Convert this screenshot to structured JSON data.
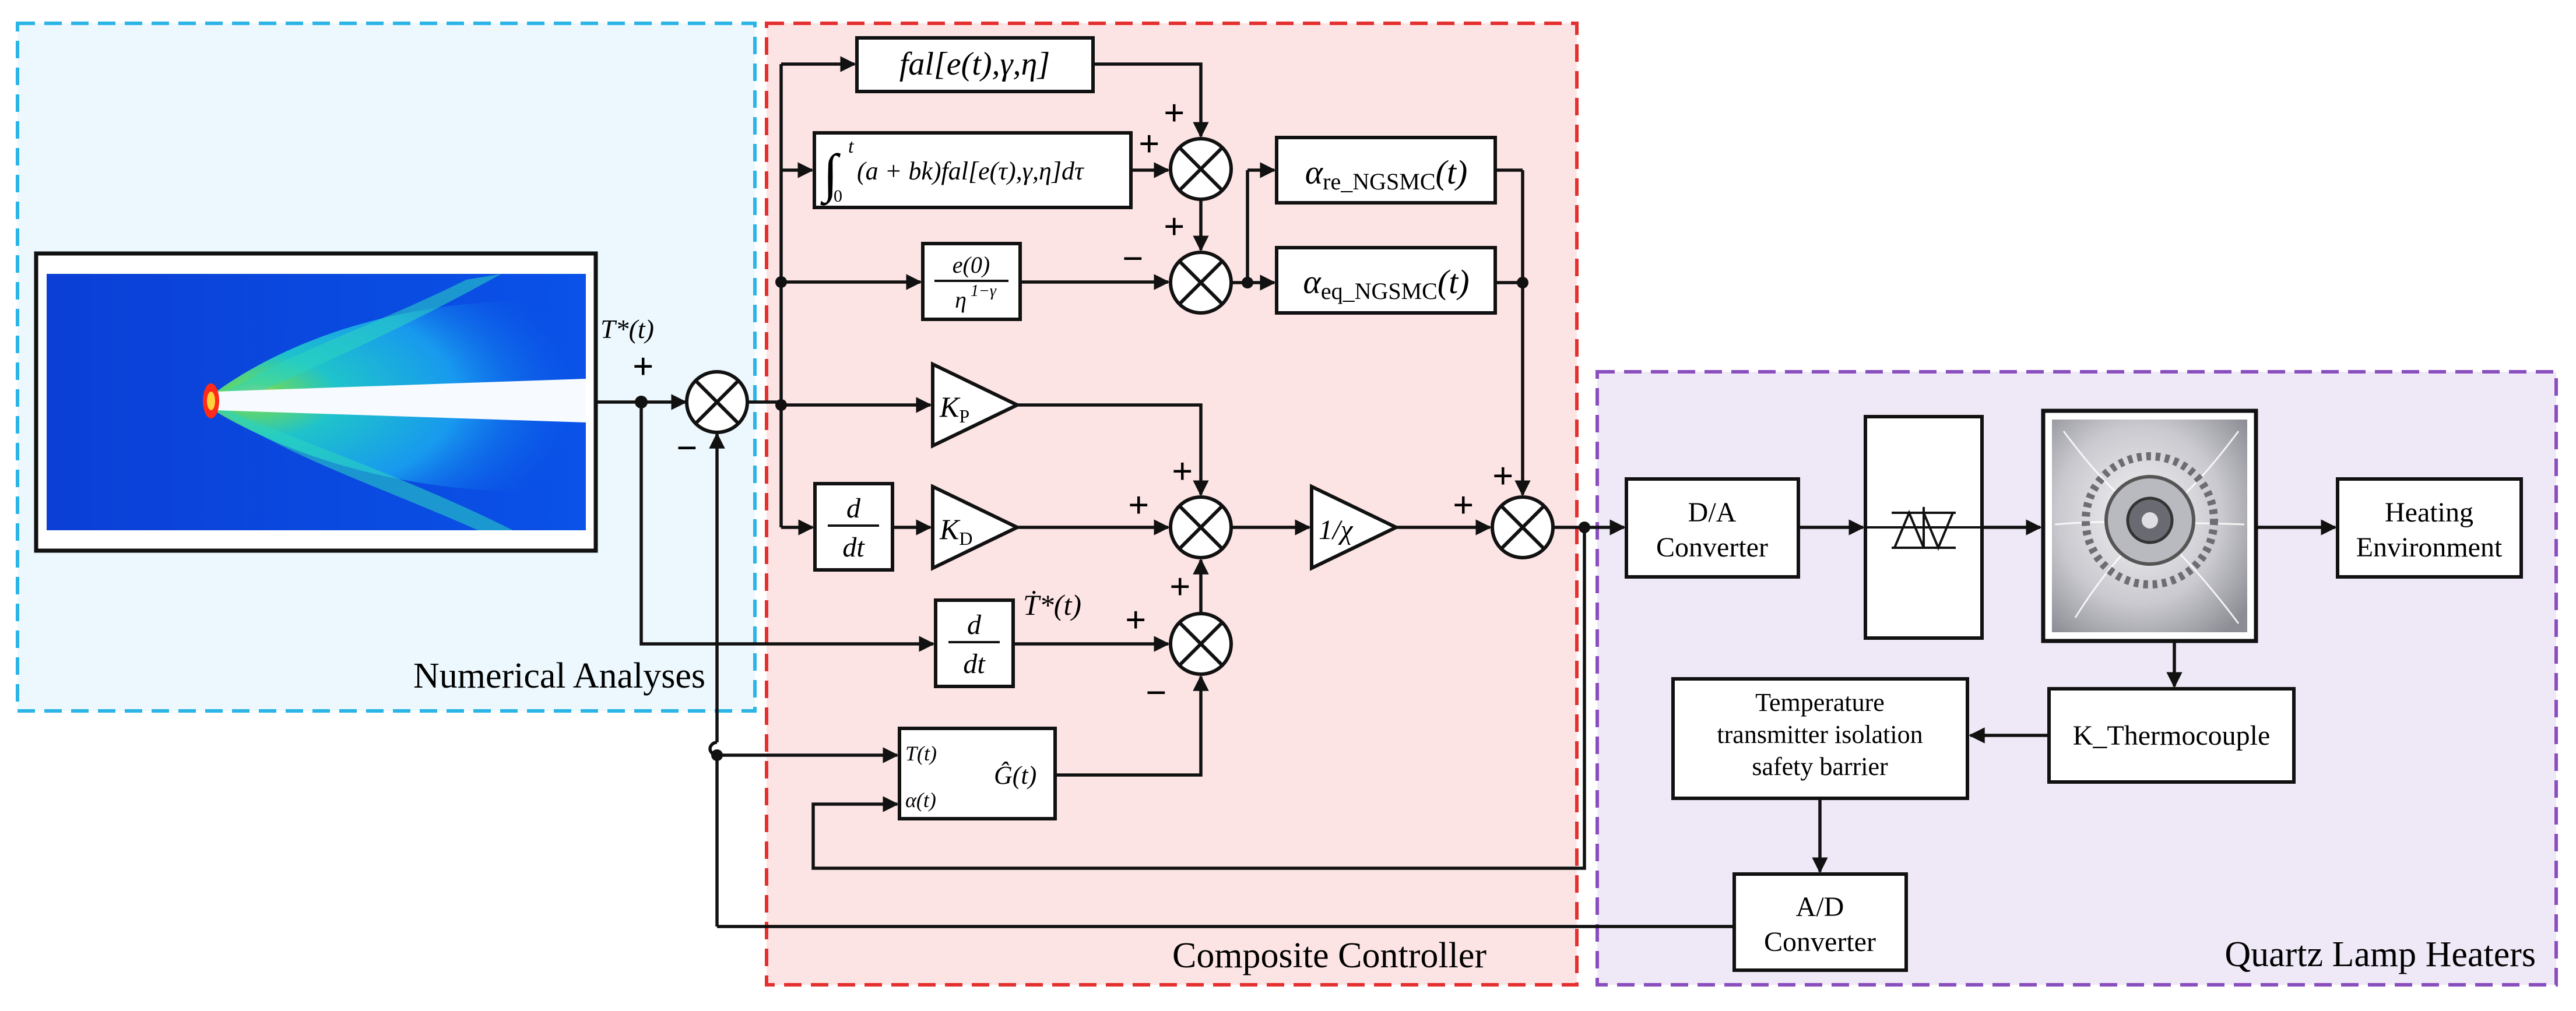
{
  "regions": {
    "numerical": {
      "label": "Numerical Analyses",
      "color": "#2bb4e6",
      "fill": "#ecf8fd"
    },
    "controller": {
      "label": "Composite Controller",
      "color": "#e53030",
      "fill": "#fde4e4"
    },
    "heaters": {
      "label": "Quartz Lamp Heaters",
      "color": "#8a4fbf",
      "fill": "#efe8f6"
    }
  },
  "signals": {
    "reference": "T*(t)",
    "reference_derivative": "Ṫ*(t)"
  },
  "blocks": {
    "fal": "fal[e(t),γ,η]",
    "integral_term": "(a + bk)fal[e(τ),γ,η]dτ",
    "integral_upper": "t",
    "integral_lower": "0",
    "e0_numerator": "e(0)",
    "e0_denominator": "η",
    "e0_exponent": "1−γ",
    "alpha_re": "α",
    "alpha_re_sub": "re_NGSMC",
    "alpha_re_arg": "(t)",
    "alpha_eq": "α",
    "alpha_eq_sub": "eq_NGSMC",
    "alpha_eq_arg": "(t)",
    "kp": "K",
    "kp_sub": "P",
    "kd": "K",
    "kd_sub": "D",
    "deriv_num": "d",
    "deriv_den": "dt",
    "inv_chi": "1/χ",
    "observer_in1": "T(t)",
    "observer_in2": "α(t)",
    "observer_out": "Ĝ(t)",
    "da_line1": "D/A",
    "da_line2": "Converter",
    "heating_line1": "Heating",
    "heating_line2": "Environment",
    "thermocouple": "K_Thermocouple",
    "transmitter_line1": "Temperature",
    "transmitter_line2": "transmitter isolation",
    "transmitter_line3": "safety barrier",
    "ad_line1": "A/D",
    "ad_line2": "Converter"
  },
  "signs": {
    "plus": "+",
    "minus": "−"
  },
  "icons": [
    "simulation-contour-image",
    "thyristor-symbol",
    "quartz-lamp-photo"
  ]
}
